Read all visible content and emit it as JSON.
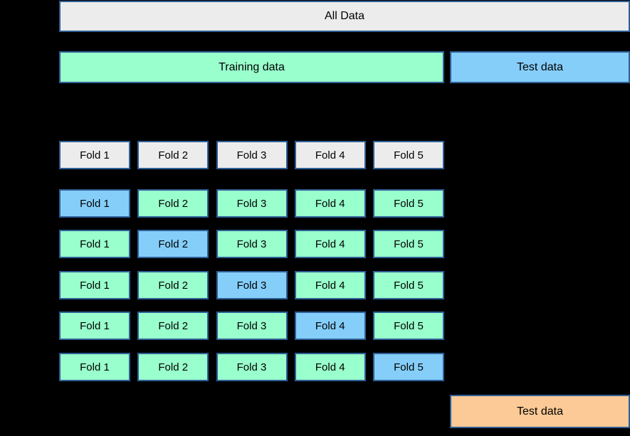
{
  "colors": {
    "background": "#000000",
    "panel_gray": "#ececec",
    "train_green": "#99ffcc",
    "test_blue": "#85cefa",
    "final_orange": "#fcca96",
    "border_blue": "#2e5f96",
    "text": "#000000"
  },
  "all_data": {
    "label": "All Data"
  },
  "split_bar": {
    "training_label": "Training data",
    "test_label": "Test data"
  },
  "fold_header": {
    "labels": [
      "Fold 1",
      "Fold 2",
      "Fold 3",
      "Fold 4",
      "Fold 5"
    ]
  },
  "splits": [
    {
      "folds": [
        {
          "label": "Fold 1",
          "role": "test"
        },
        {
          "label": "Fold 2",
          "role": "train"
        },
        {
          "label": "Fold 3",
          "role": "train"
        },
        {
          "label": "Fold 4",
          "role": "train"
        },
        {
          "label": "Fold 5",
          "role": "train"
        }
      ]
    },
    {
      "folds": [
        {
          "label": "Fold 1",
          "role": "train"
        },
        {
          "label": "Fold 2",
          "role": "test"
        },
        {
          "label": "Fold 3",
          "role": "train"
        },
        {
          "label": "Fold 4",
          "role": "train"
        },
        {
          "label": "Fold 5",
          "role": "train"
        }
      ]
    },
    {
      "folds": [
        {
          "label": "Fold 1",
          "role": "train"
        },
        {
          "label": "Fold 2",
          "role": "train"
        },
        {
          "label": "Fold 3",
          "role": "test"
        },
        {
          "label": "Fold 4",
          "role": "train"
        },
        {
          "label": "Fold 5",
          "role": "train"
        }
      ]
    },
    {
      "folds": [
        {
          "label": "Fold 1",
          "role": "train"
        },
        {
          "label": "Fold 2",
          "role": "train"
        },
        {
          "label": "Fold 3",
          "role": "train"
        },
        {
          "label": "Fold 4",
          "role": "test"
        },
        {
          "label": "Fold 5",
          "role": "train"
        }
      ]
    },
    {
      "folds": [
        {
          "label": "Fold 1",
          "role": "train"
        },
        {
          "label": "Fold 2",
          "role": "train"
        },
        {
          "label": "Fold 3",
          "role": "train"
        },
        {
          "label": "Fold 4",
          "role": "train"
        },
        {
          "label": "Fold 5",
          "role": "test"
        }
      ]
    }
  ],
  "final_test": {
    "label": "Test data"
  }
}
